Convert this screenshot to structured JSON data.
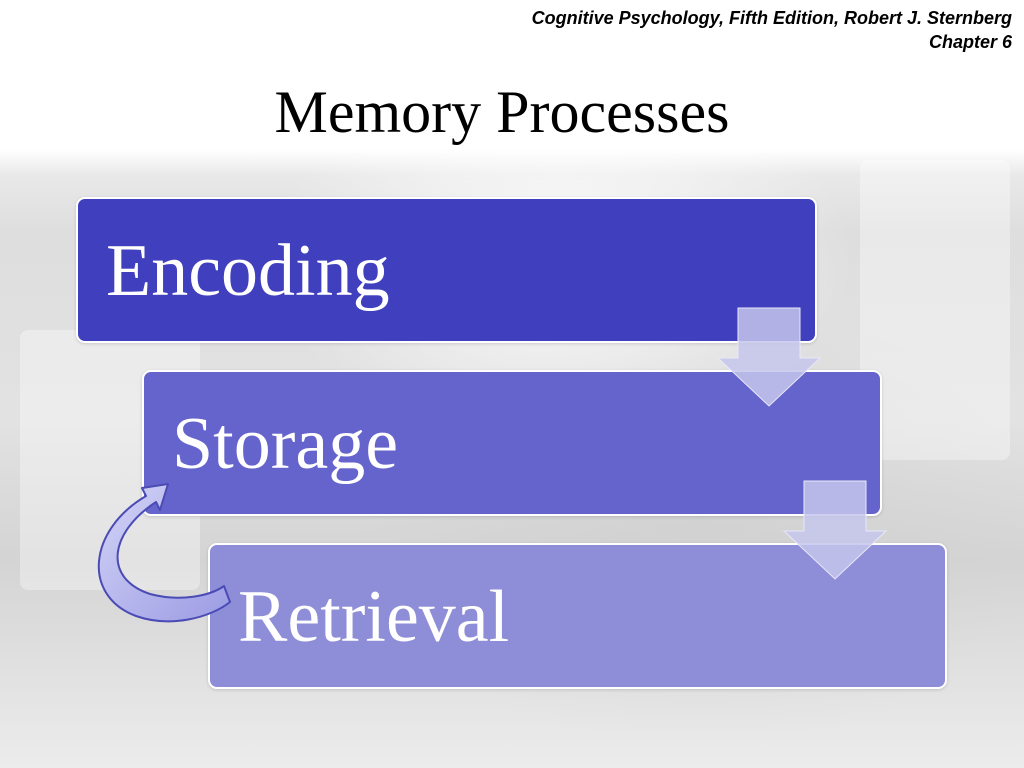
{
  "header": {
    "reference_line1": "Cognitive Psychology, Fifth Edition, Robert J. Sternberg",
    "reference_line2": "Chapter 6"
  },
  "title": "Memory Processes",
  "steps": [
    {
      "label": "Encoding",
      "color": "#4040bf"
    },
    {
      "label": "Storage",
      "color": "#6464cc"
    },
    {
      "label": "Retrieval",
      "color": "#8e8ed8"
    }
  ],
  "arrows": {
    "down_arrow_color": "#c5c5ec",
    "cycle_arrow_color": "#b8b8ee",
    "cycle_from": "Retrieval",
    "cycle_to": "Storage"
  }
}
